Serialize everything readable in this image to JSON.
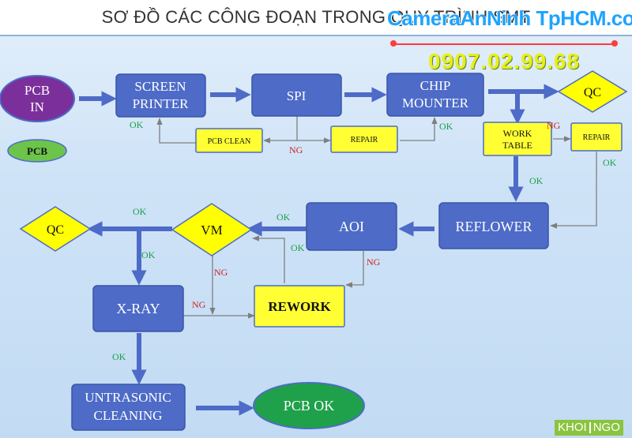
{
  "header": {
    "title": "SƠ ĐỒ CÁC CÔNG ĐOẠN TRONG QUY TRÌNH SMT",
    "watermark_site": "CameraAnNinh TpHCM.com",
    "watermark_phone": "0907.02.99.68"
  },
  "nodes": {
    "pcb_in": [
      "PCB",
      "IN"
    ],
    "pcb": "PCB",
    "screen_printer": [
      "SCREEN",
      "PRINTER"
    ],
    "spi": "SPI",
    "chip_mounter": [
      "CHIP",
      "MOUNTER"
    ],
    "qc_top": "QC",
    "pcb_clean": "PCB CLEAN",
    "repair_mid": "REPAIR",
    "work_table": [
      "WORK",
      "TABLE"
    ],
    "repair_right": "REPAIR",
    "reflower": "REFLOWER",
    "aoi": "AOI",
    "vm": "VM",
    "qc_left": "QC",
    "xray": "X-RAY",
    "rework": "REWORK",
    "ultrasonic": [
      "UNTRASONIC",
      "CLEANING"
    ],
    "pcb_ok": "PCB OK"
  },
  "edge_labels": {
    "ok_printer": "OK",
    "ng_spi": "NG",
    "ok_mounter": "OK",
    "ng_worktable": "NG",
    "ok_repair_right": "OK",
    "ok_worktable": "OK",
    "ok_aoi": "OK",
    "ok_rework": "OK",
    "ng_aoi": "NG",
    "ok_vm": "OK",
    "ng_vm": "NG",
    "ok_qc": "OK",
    "ng_xray": "NG",
    "ok_xray": "OK"
  },
  "brand": {
    "left": "KHOI",
    "right": "NGO"
  },
  "colors": {
    "process_box": "#4d6bc7",
    "process_text": "#ffffff",
    "decision": "#ffff00",
    "small_box": "#ffff33",
    "ellipse_in": "#7b2f9b",
    "ellipse_ok": "#1ea14a",
    "arrow": "#4d6bc7",
    "connector": "#7f7f7f",
    "ok_label": "#1aa04a",
    "ng_label": "#cc2222"
  }
}
